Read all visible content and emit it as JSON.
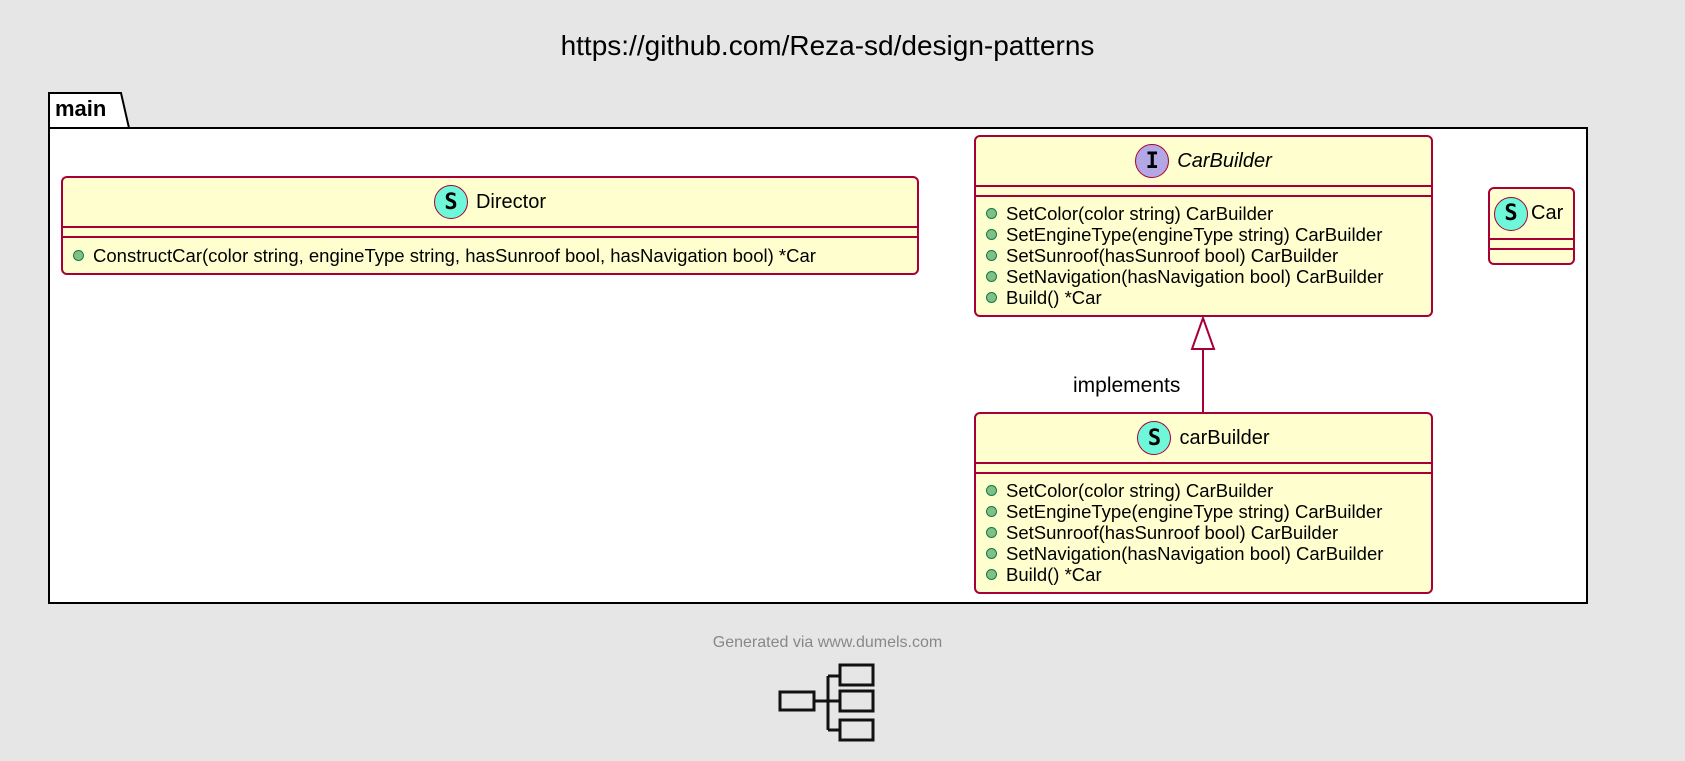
{
  "title": "https://github.com/Reza-sd/design-patterns",
  "package": {
    "name": "main"
  },
  "classes": {
    "director": {
      "stereotype": "S",
      "name": "Director",
      "methods": [
        "ConstructCar(color string, engineType string, hasSunroof bool, hasNavigation bool) *Car"
      ]
    },
    "carbuilder_interface": {
      "stereotype": "I",
      "name": "CarBuilder",
      "methods": [
        "SetColor(color string) CarBuilder",
        "SetEngineType(engineType string) CarBuilder",
        "SetSunroof(hasSunroof bool) CarBuilder",
        "SetNavigation(hasNavigation bool) CarBuilder",
        "Build() *Car"
      ]
    },
    "car": {
      "stereotype": "S",
      "name": "Car",
      "methods": []
    },
    "carbuilder_struct": {
      "stereotype": "S",
      "name": "carBuilder",
      "methods": [
        "SetColor(color string) CarBuilder",
        "SetEngineType(engineType string) CarBuilder",
        "SetSunroof(hasSunroof bool) CarBuilder",
        "SetNavigation(hasNavigation bool) CarBuilder",
        "Build() *Car"
      ]
    }
  },
  "relation": {
    "label": "implements",
    "from": "carBuilder",
    "to": "CarBuilder"
  },
  "footer": "Generated via www.dumels.com",
  "colors": {
    "class_fill": "#fefece",
    "class_border": "#a80036",
    "struct_badge": "#6ef7d9",
    "interface_badge": "#b4a7e5",
    "public_dot": "#84be84",
    "background": "#e6e6e6"
  }
}
